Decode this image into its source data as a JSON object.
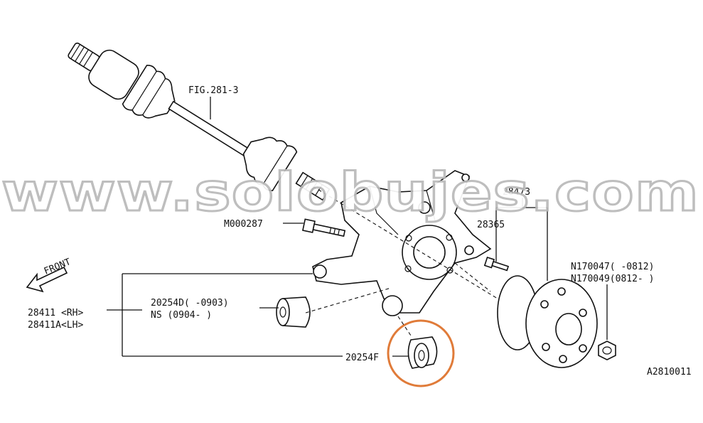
{
  "labels": {
    "fig_ref": "FIG.281-3",
    "bolt": "M000287",
    "front": "FRONT",
    "part_28473": "28473",
    "part_28365": "28365",
    "nut_1": "N170047(  -0812)",
    "nut_2": "N170049(0812-  )",
    "bushing_d1": "20254D( -0903)",
    "bushing_d2": "NS (0904-  )",
    "housing_rh": "28411 <RH>",
    "housing_lh": "28411A<LH>",
    "bushing_f": "20254F",
    "diagram_id": "A2810011"
  },
  "watermark": "www.solobujes.com",
  "colors": {
    "highlight": "#e07b39",
    "watermark_outline": "#b9b9b9"
  }
}
